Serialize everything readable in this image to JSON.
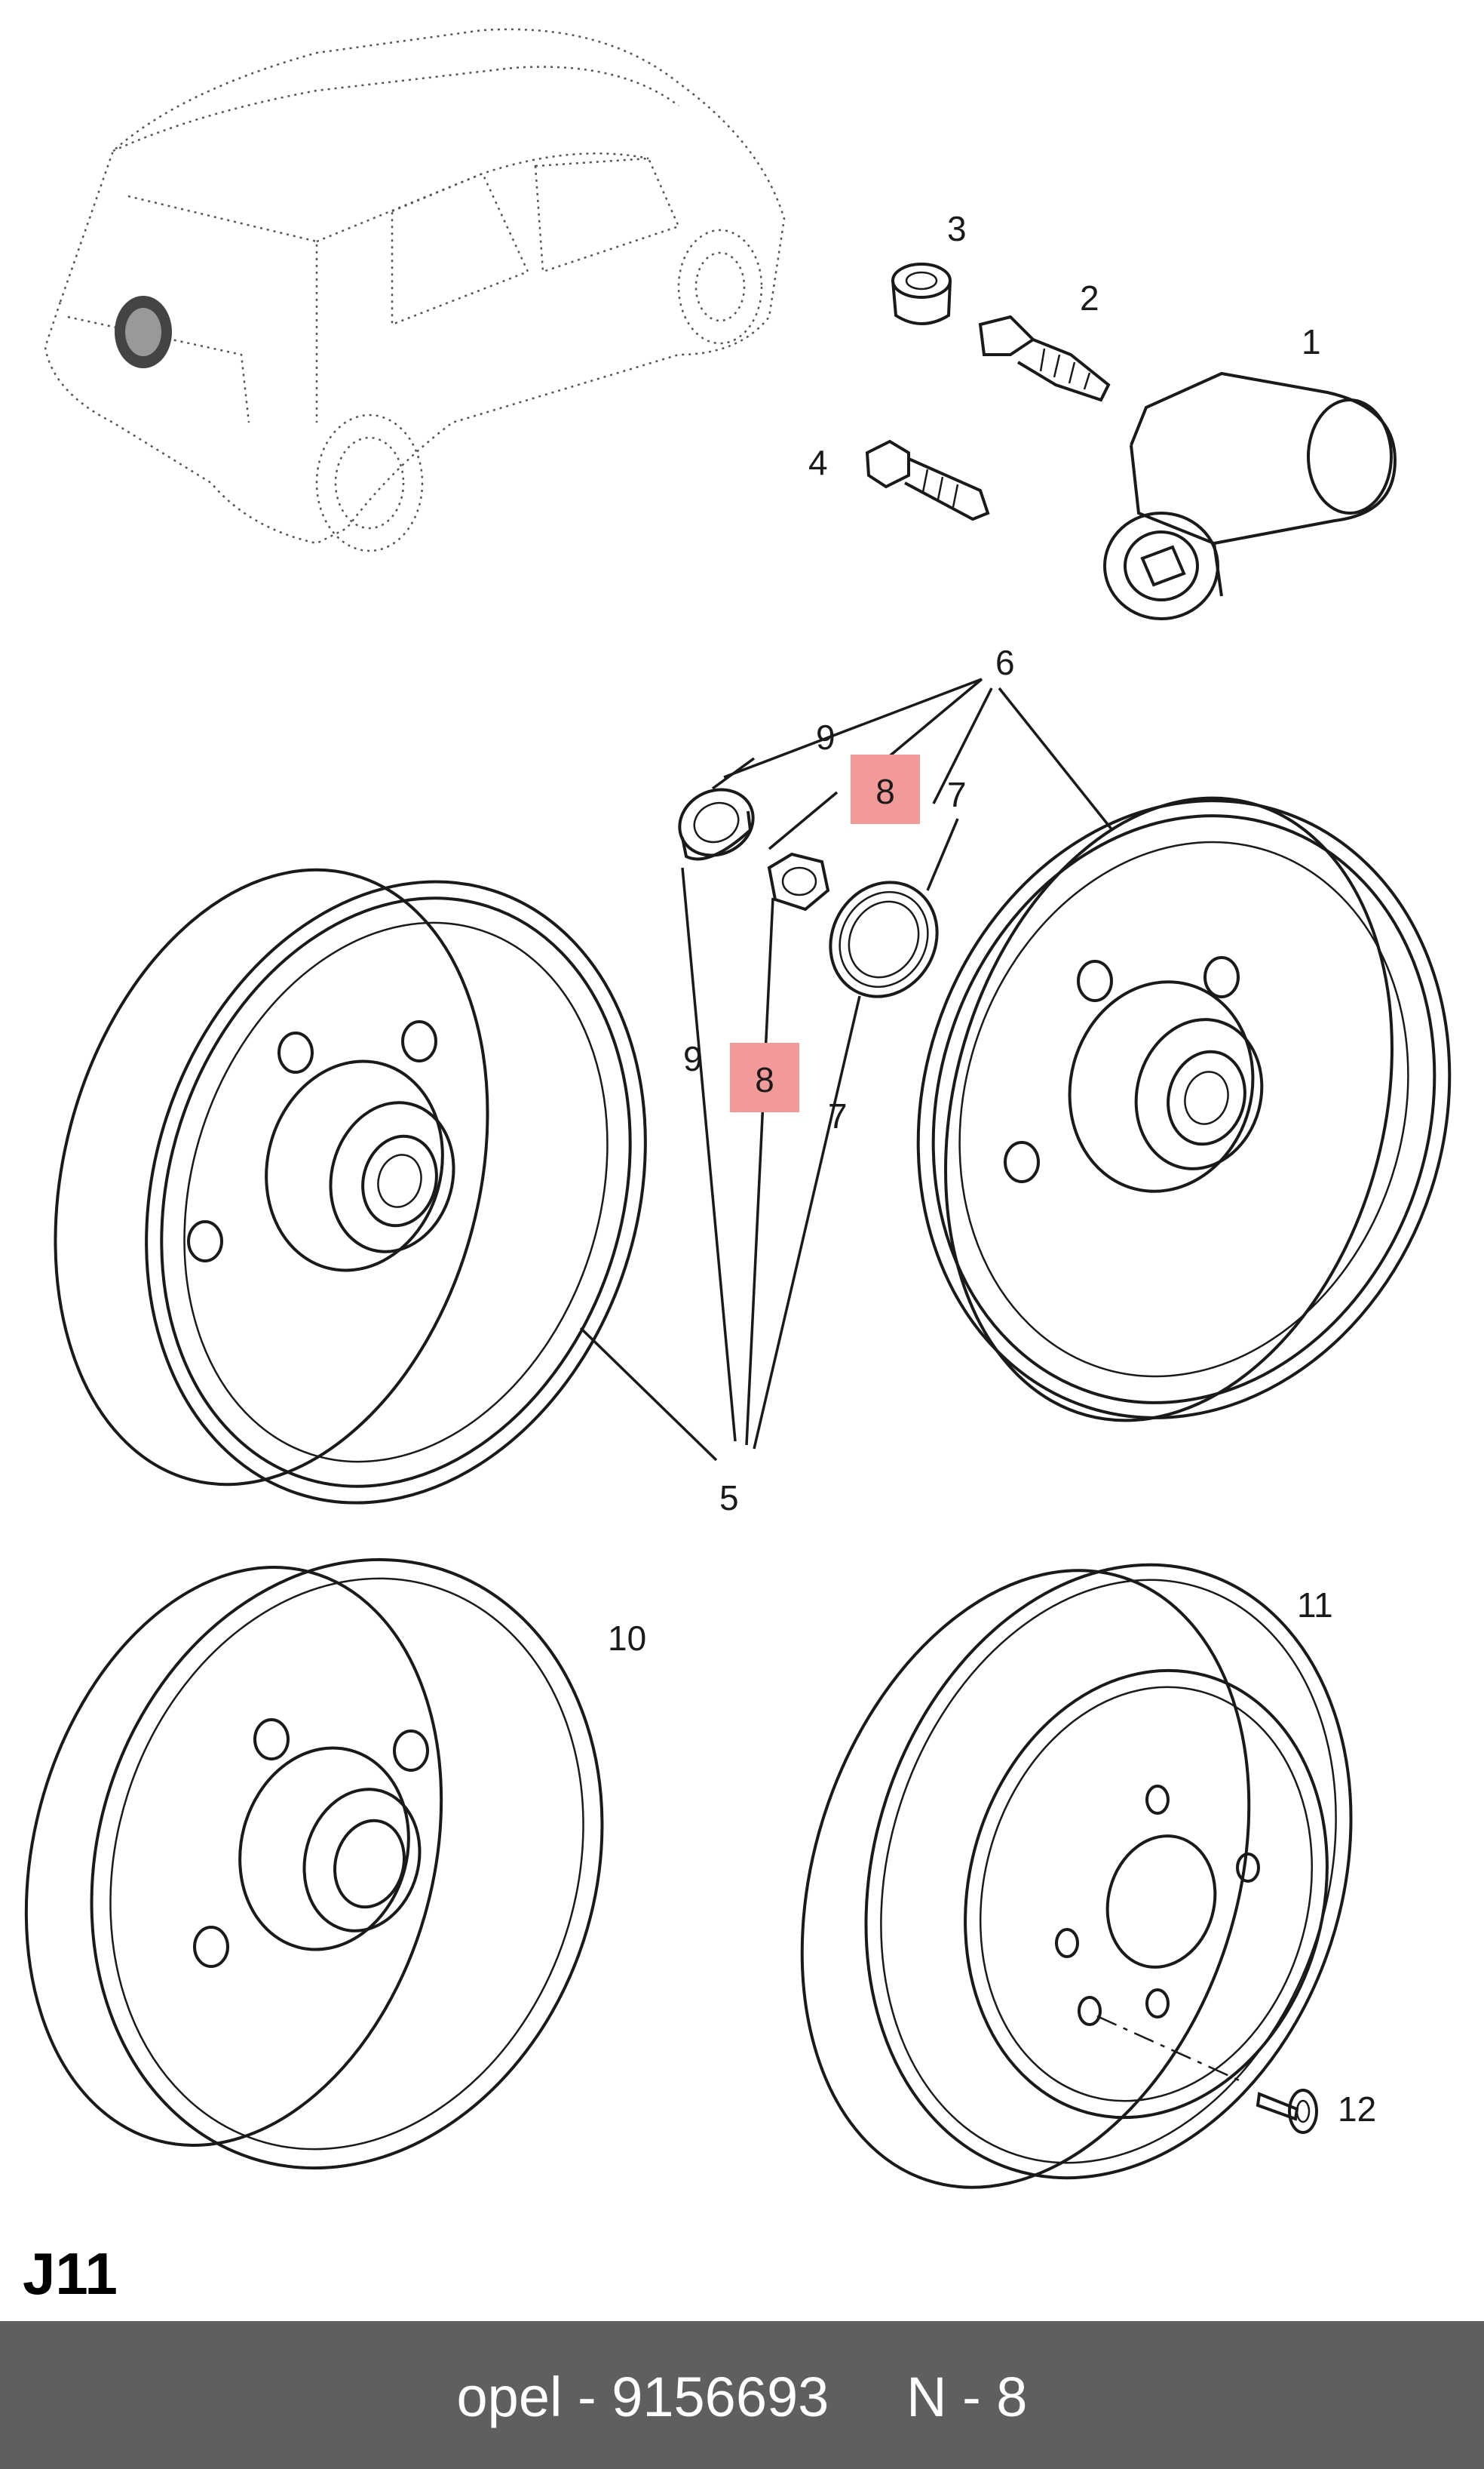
{
  "callouts": {
    "c1": "1",
    "c2": "2",
    "c3": "3",
    "c4": "4",
    "c5": "5",
    "c6": "6",
    "c7a": "7",
    "c7b": "7",
    "c8a": "8",
    "c8b": "8",
    "c9a": "9",
    "c9b": "9",
    "c10": "10",
    "c11": "11",
    "c12": "12"
  },
  "sheet_id": "J11",
  "footer": {
    "brand": "opel",
    "separator": "-",
    "part_number": "9156693",
    "ref": "N - 8"
  },
  "colors": {
    "highlight": "#f29a9a",
    "footer_bg": "#5f5f5f",
    "line": "#1a1a1a"
  }
}
